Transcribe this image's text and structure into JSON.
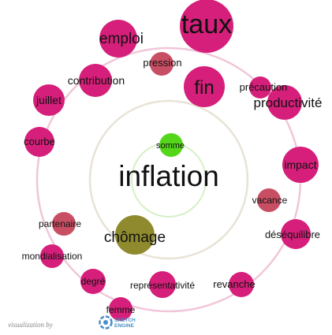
{
  "center_word": "inflation",
  "colors": {
    "magenta": "#d51f7a",
    "rose": "#c84f63",
    "green": "#55d61a",
    "olive": "#8e8a2d",
    "orbit_pink": "#f0c6d9",
    "orbit_beige": "#e8e3d6",
    "orbit_lightgreen": "#d5f1c5"
  },
  "words": [
    {
      "text": "taux",
      "bubble_color": "magenta"
    },
    {
      "text": "emploi",
      "bubble_color": "magenta"
    },
    {
      "text": "pression",
      "bubble_color": "rose"
    },
    {
      "text": "contribution",
      "bubble_color": "magenta"
    },
    {
      "text": "fin",
      "bubble_color": "magenta"
    },
    {
      "text": "précaution",
      "bubble_color": "magenta"
    },
    {
      "text": "juillet",
      "bubble_color": "magenta"
    },
    {
      "text": "productivité",
      "bubble_color": "magenta"
    },
    {
      "text": "courbe",
      "bubble_color": "magenta"
    },
    {
      "text": "somme",
      "bubble_color": "green"
    },
    {
      "text": "impact",
      "bubble_color": "magenta"
    },
    {
      "text": "vacance",
      "bubble_color": "rose"
    },
    {
      "text": "partenaire",
      "bubble_color": "rose"
    },
    {
      "text": "chômage",
      "bubble_color": "olive"
    },
    {
      "text": "déséquilibre",
      "bubble_color": "magenta"
    },
    {
      "text": "mondialisation",
      "bubble_color": "magenta"
    },
    {
      "text": "degré",
      "bubble_color": "magenta"
    },
    {
      "text": "représentativité",
      "bubble_color": "magenta"
    },
    {
      "text": "revanche",
      "bubble_color": "magenta"
    },
    {
      "text": "femme",
      "bubble_color": "magenta"
    }
  ],
  "credit": {
    "text": "visualization by",
    "logo_line1": "SKETCH",
    "logo_line2": "ENGINE"
  }
}
